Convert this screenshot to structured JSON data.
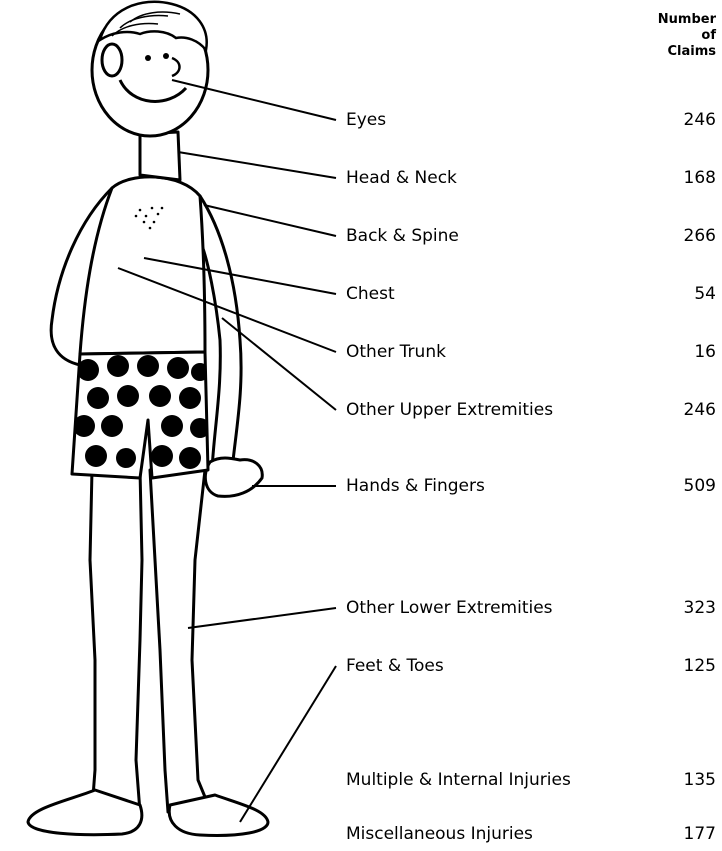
{
  "header": {
    "line1": "Number",
    "line2": "of",
    "line3": "Claims"
  },
  "claims": [
    {
      "part": "Eyes",
      "count": "246"
    },
    {
      "part": "Head & Neck",
      "count": "168"
    },
    {
      "part": "Back & Spine",
      "count": "266"
    },
    {
      "part": "Chest",
      "count": "54"
    },
    {
      "part": "Other Trunk",
      "count": "16"
    },
    {
      "part": "Other Upper Extremities",
      "count": "246"
    },
    {
      "part": "Hands & Fingers",
      "count": "509"
    },
    {
      "part": "Other Lower Extremities",
      "count": "323"
    },
    {
      "part": "Feet & Toes",
      "count": "125"
    },
    {
      "part": "Multiple & Internal Injuries",
      "count": "135"
    },
    {
      "part": "Miscellaneous Injuries",
      "count": "177"
    }
  ]
}
